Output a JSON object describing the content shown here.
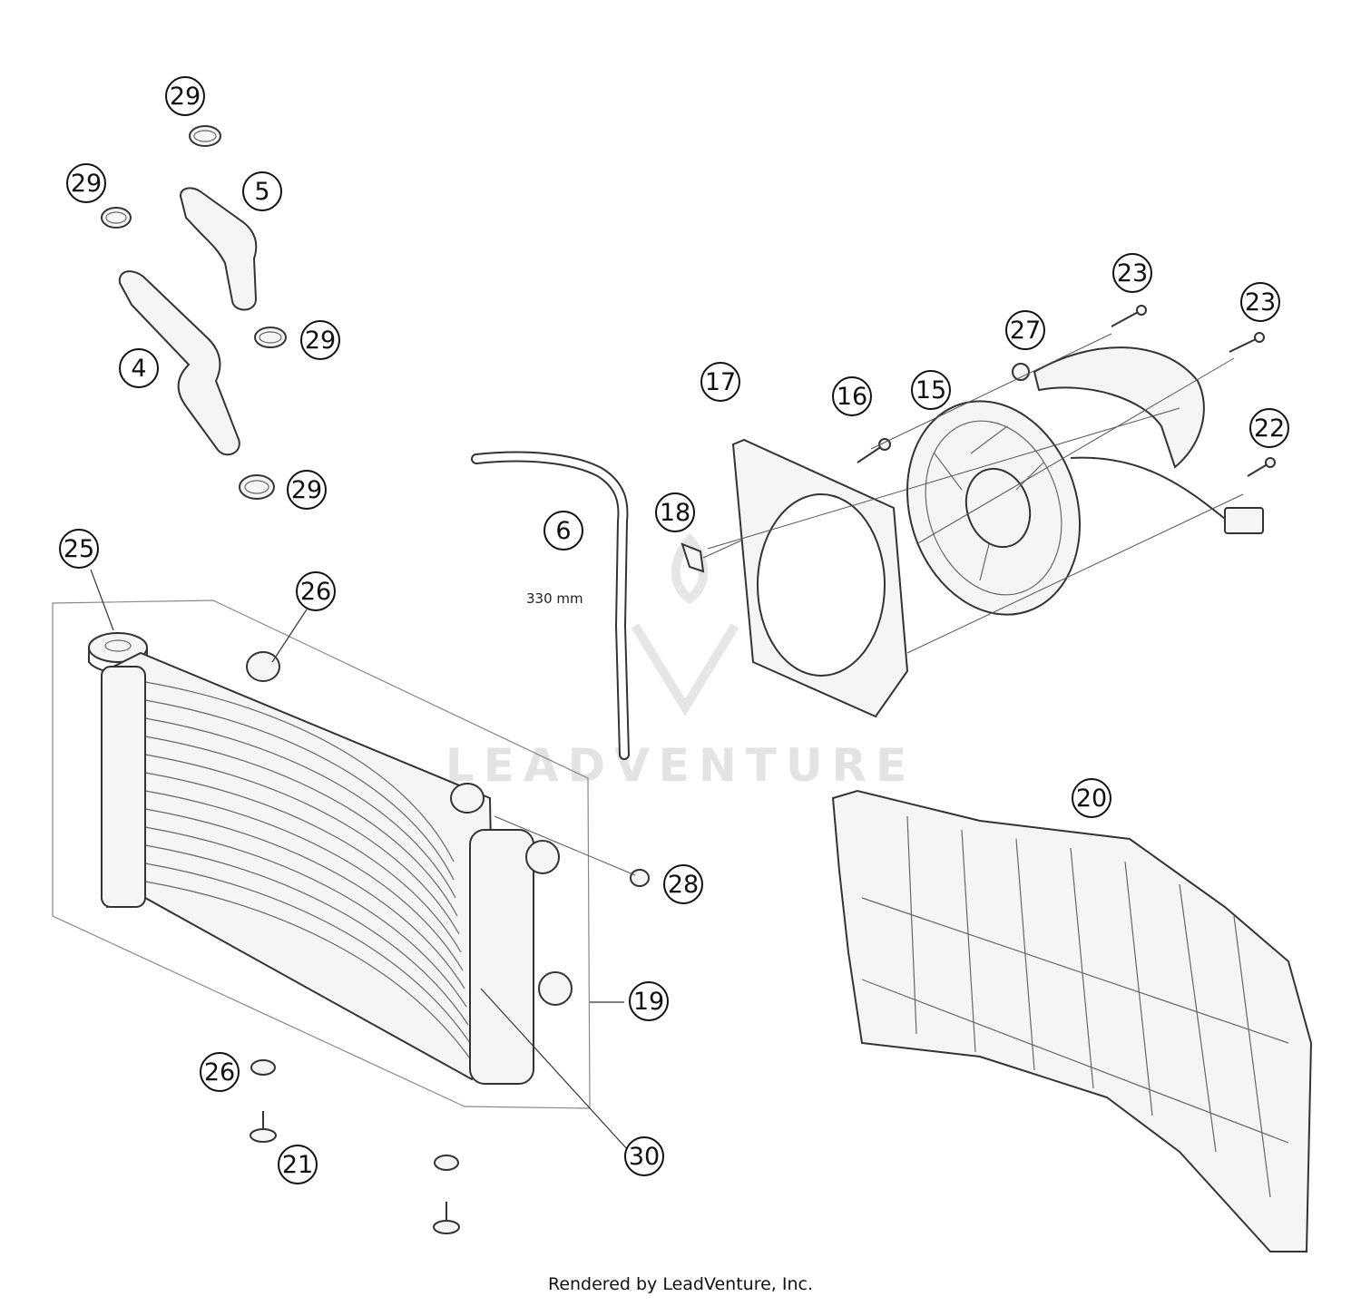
{
  "callouts": {
    "c29a": "29",
    "c29b": "29",
    "c5": "5",
    "c29c": "29",
    "c4": "4",
    "c29d": "29",
    "c25": "25",
    "c26a": "26",
    "c6": "6",
    "c17": "17",
    "c16": "16",
    "c15": "15",
    "c27": "27",
    "c23a": "23",
    "c23b": "23",
    "c22": "22",
    "c18": "18",
    "c20": "20",
    "c28": "28",
    "c19": "19",
    "c26b": "26",
    "c21": "21",
    "c30": "30"
  },
  "hose_length": "330 mm",
  "watermark": "LEADVENTURE",
  "footer": "Rendered by LeadVenture, Inc."
}
